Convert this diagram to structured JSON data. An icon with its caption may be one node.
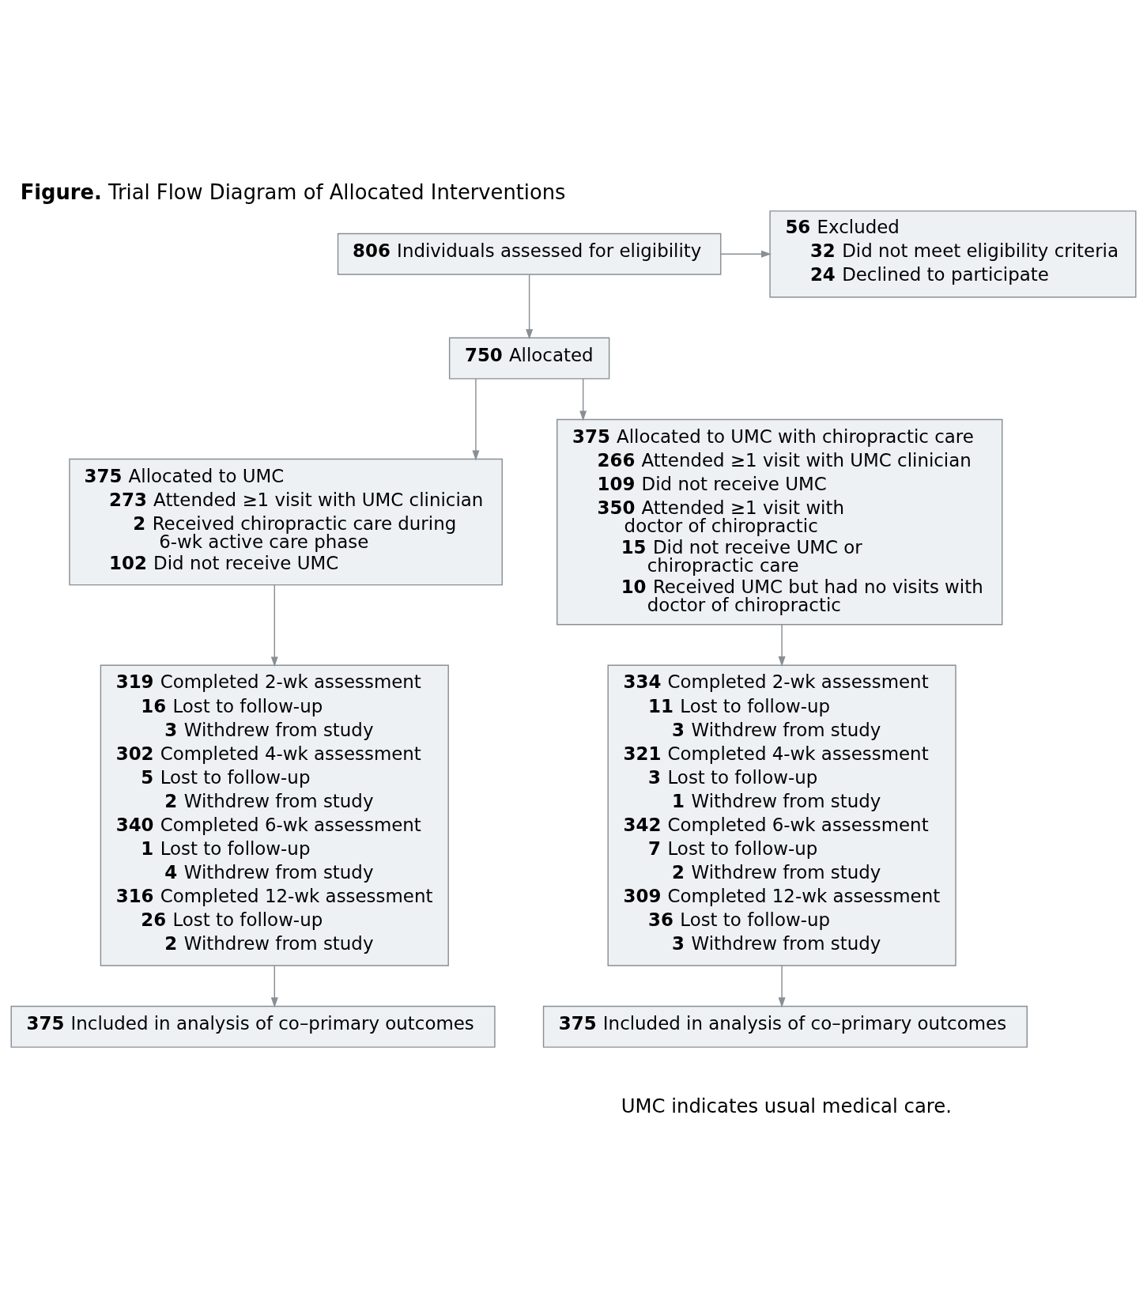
{
  "diagram": {
    "title": "**Figure.** Trial Flow Diagram of Allocated Interventions",
    "caption": "UMC indicates usual medical care.",
    "nodes": [
      {
        "text": [
          "**806** Individuals assessed for eligibility"
        ]
      },
      {
        "text": [
          "**56** Excluded",
          "**32** Did not meet eligibility criteria",
          "**24** Declined to participate"
        ]
      },
      {
        "text": [
          "**750** Allocated"
        ]
      },
      {
        "text": [
          "**375** Allocated to UMC",
          "**273** Attended ≥1 visit with UMC clinician",
          "**2** Received chiropractic care during 6-wk active care phase",
          "**102** Did not receive UMC"
        ]
      },
      {
        "text": [
          "**375** Allocated to UMC with chiropractic care",
          "**266** Attended ≥1 visit with UMC clinician",
          "**109** Did not receive UMC",
          "**350** Attended ≥1 visit with doctor of chiropractic",
          "**15** Did not receive UMC or chiropractic care",
          "**10** Received UMC but had no visits with doctor of chiropractic"
        ]
      },
      {
        "text": [
          "**319** Completed 2-wk assessment",
          "**16** Lost to follow-up",
          "**3** Withdrew from study",
          "**302** Completed 4-wk assessment",
          "**5** Lost to follow-up",
          "**2** Withdrew from study",
          "**340** Completed 6-wk assessment",
          "**1** Lost to follow-up",
          "**4** Withdrew from study",
          "**316** Completed 12-wk assessment",
          "**26** Lost to follow-up",
          "**2** Withdrew from study"
        ]
      },
      {
        "text": [
          "**334** Completed 2-wk assessment",
          "**11** Lost to follow-up",
          "**3** Withdrew from study",
          "**321** Completed 4-wk assessment",
          "**3** Lost to follow-up",
          "**1** Withdrew from study",
          "**342** Completed 6-wk assessment",
          "**7** Lost to follow-up",
          "**2** Withdrew from study",
          "**309** Completed 12-wk assessment",
          "**36** Lost to follow-up",
          "**3** Withdrew from study"
        ]
      },
      {
        "text": [
          "**375** Included in analysis of co–primary outcomes"
        ]
      },
      {
        "text": [
          "**375** Included in analysis of co–primary outcomes"
        ]
      }
    ],
    "edges": [
      {
        "from": 0,
        "to": 2,
        "arrow": "to"
      },
      {
        "from": 0,
        "to": 1,
        "arrow": "to"
      },
      {
        "from": 2,
        "to": 3,
        "arrow": "to"
      },
      {
        "from": 2,
        "to": 4,
        "arrow": "to"
      },
      {
        "from": 3,
        "to": 5,
        "arrow": "to"
      },
      {
        "from": 4,
        "to": 6,
        "arrow": "to"
      },
      {
        "from": 5,
        "to": 7,
        "arrow": "to"
      },
      {
        "from": 6,
        "to": 8,
        "arrow": "to"
      }
    ]
  }
}
